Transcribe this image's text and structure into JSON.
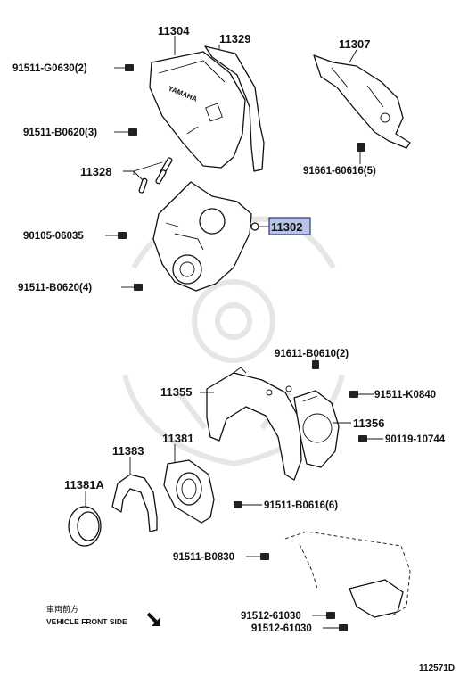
{
  "parts": {
    "p11304": "11304",
    "p11329": "11329",
    "p11307": "11307",
    "b91511_G0630": "91511-G0630(2)",
    "b91511_B0620_3": "91511-B0620(3)",
    "b91661_60616": "91661-60616(5)",
    "p11328": "11328",
    "b90105_06035": "90105-06035",
    "p11302": "11302",
    "b91511_B0620_4": "91511-B0620(4)",
    "b91611_B0610": "91611-B0610(2)",
    "p11355": "11355",
    "b91511_K0840": "91511-K0840",
    "p11356": "11356",
    "b90119_10744": "90119-10744",
    "p11383": "11383",
    "p11381": "11381",
    "p11381A": "11381A",
    "b91511_B0616": "91511-B0616(6)",
    "b91511_B0830": "91511-B0830",
    "b91512_61030_a": "91512-61030",
    "b91512_61030_b": "91512-61030"
  },
  "highlight": {
    "part": "11302",
    "color": "#b9c3e6"
  },
  "direction_note": {
    "ja": "車両前方",
    "en": "VEHICLE FRONT SIDE"
  },
  "embossed_text": "YAMAHA",
  "reference_code": "112571D",
  "icons": [
    "bolt-icon",
    "arrow-down-right-icon",
    "watermark-logo-icon"
  ]
}
